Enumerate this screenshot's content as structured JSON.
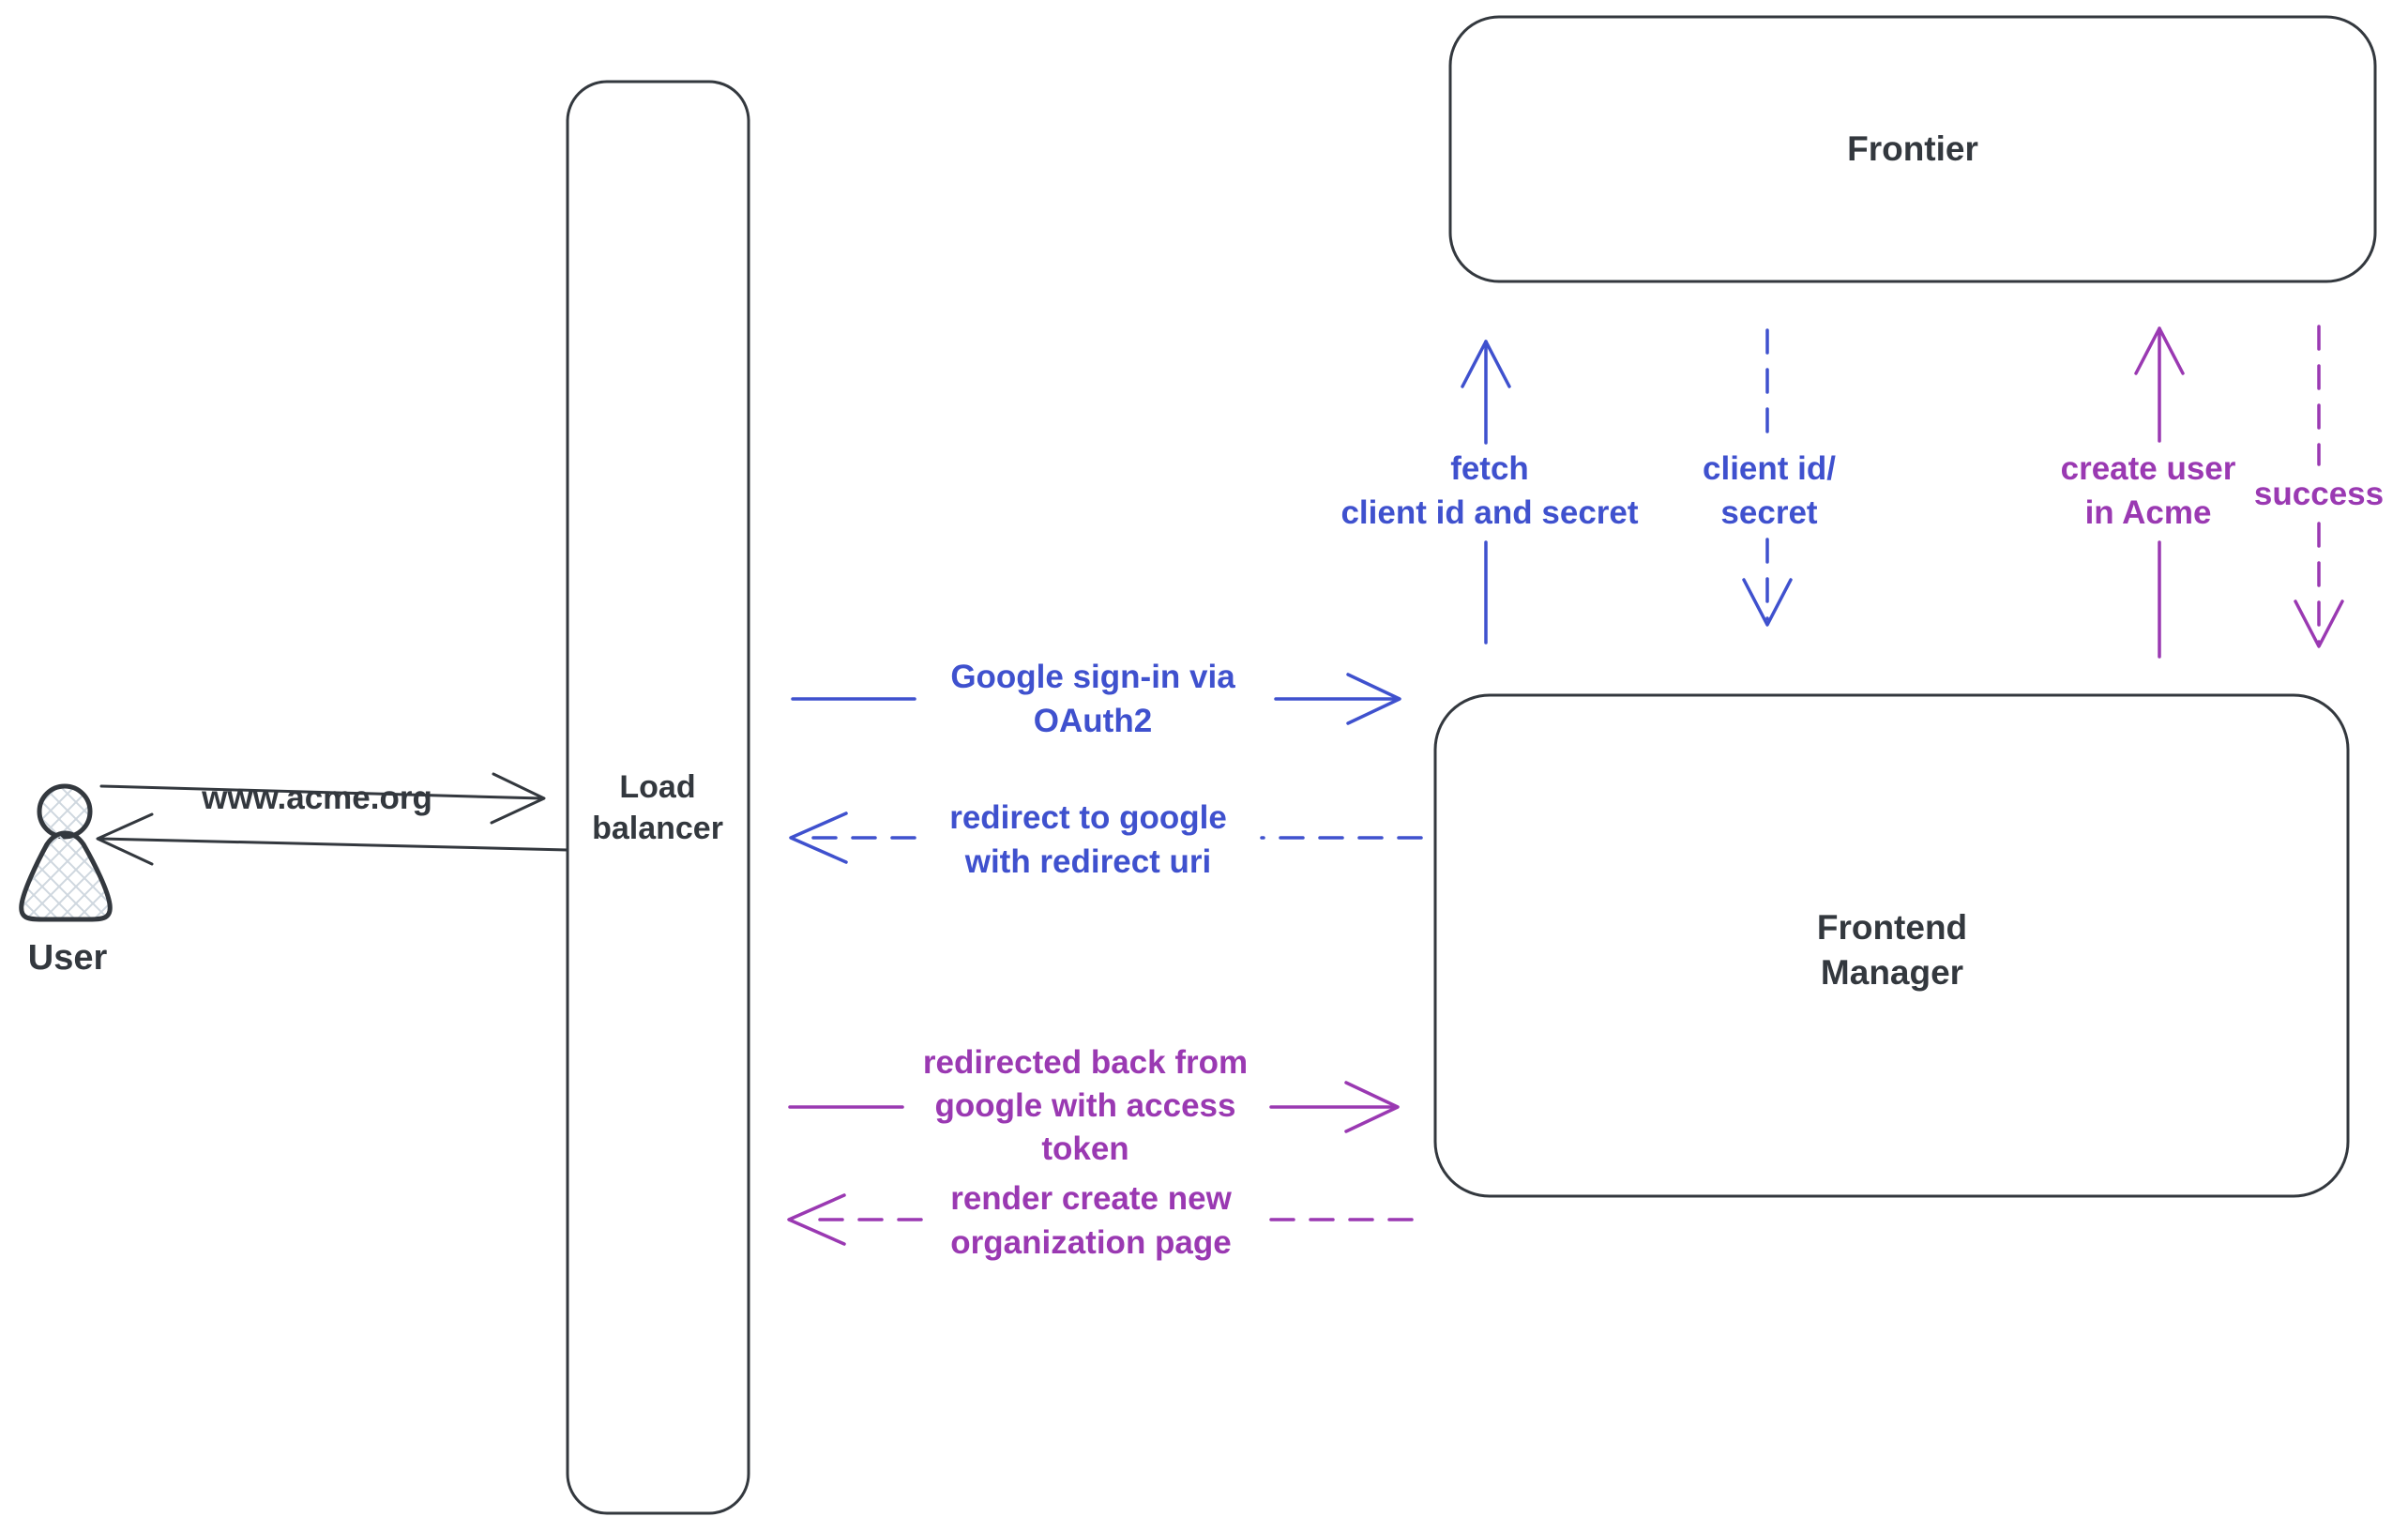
{
  "colors": {
    "ink": "#33383e",
    "blue": "#3f51ce",
    "purple": "#9a39b2"
  },
  "nodes": {
    "user": {
      "label": "User"
    },
    "load_balancer": {
      "lines": [
        "Load",
        "balancer"
      ]
    },
    "frontier": {
      "label": "Frontier"
    },
    "frontend_manager": {
      "lines": [
        "Frontend",
        "Manager"
      ]
    }
  },
  "edges": {
    "acme_request": {
      "label": "www.acme.org"
    },
    "google_signin": {
      "lines": [
        "Google sign-in via",
        "OAuth2"
      ]
    },
    "redirect_google": {
      "lines": [
        "redirect to google",
        "with redirect uri"
      ]
    },
    "redirected_back": {
      "lines": [
        "redirected back from",
        "google with access",
        "token"
      ]
    },
    "render_org": {
      "lines": [
        "render create new",
        "organization page"
      ]
    },
    "fetch_secret": {
      "lines": [
        "fetch",
        "client id and secret"
      ]
    },
    "client_id_secret": {
      "lines": [
        "client id/",
        "secret"
      ]
    },
    "create_user": {
      "lines": [
        "create user",
        "in Acme"
      ]
    },
    "success": {
      "label": "success"
    }
  }
}
